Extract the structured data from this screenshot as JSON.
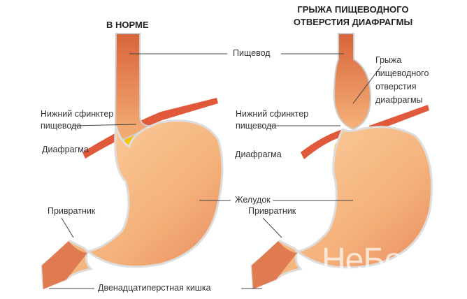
{
  "titles": {
    "normal": "В НОРМЕ",
    "hernia_line1": "ГРЫЖА ПИЩЕВОДНОГО",
    "hernia_line2": "ОТВЕРСТИЯ ДИАФРАГМЫ"
  },
  "labels": {
    "esophagus": "Пищевод",
    "hernia": [
      "Грыжа",
      "пищеводного",
      "отверстия",
      "диафрагмы"
    ],
    "sphincter": [
      "Нижний сфинктер",
      "пищевода"
    ],
    "diaphragm": "Диафрагма",
    "stomach": "Желудок",
    "pylorus": "Привратник",
    "duodenum": "Двенадцатиперстная кишка"
  },
  "watermark": "НеБоле",
  "colors": {
    "stomach": "#f5b27a",
    "esophagus": "#e0784a",
    "diaphragm": "#e0593a",
    "fat": "#f5c500"
  }
}
